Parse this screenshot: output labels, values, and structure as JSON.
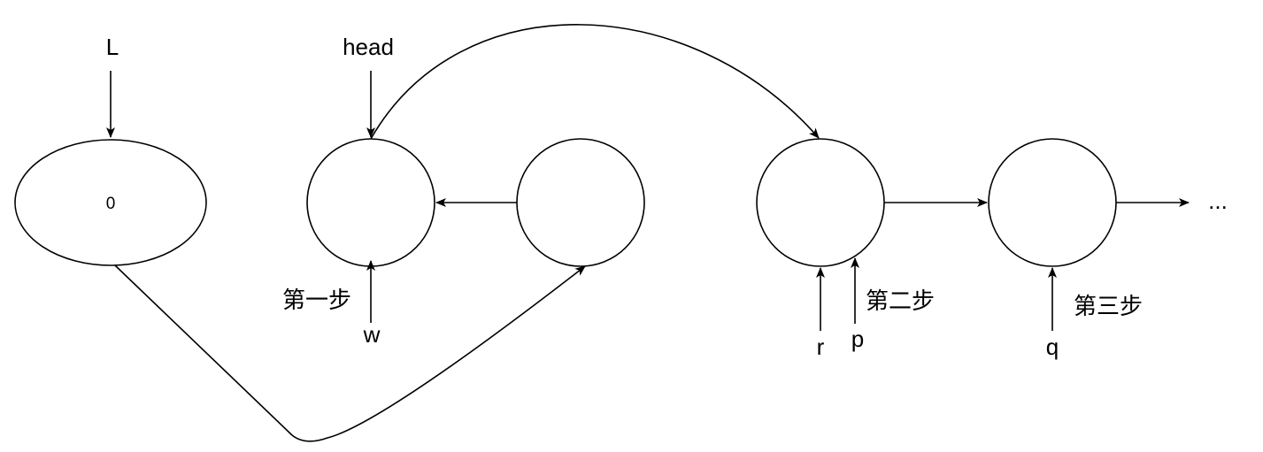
{
  "nodes": {
    "list_head_value": "0"
  },
  "labels": {
    "L": "L",
    "head": "head",
    "w": "w",
    "r": "r",
    "p": "p",
    "q": "q",
    "step1": "第一步",
    "step2": "第二步",
    "step3": "第三步",
    "ellipsis": "..."
  }
}
